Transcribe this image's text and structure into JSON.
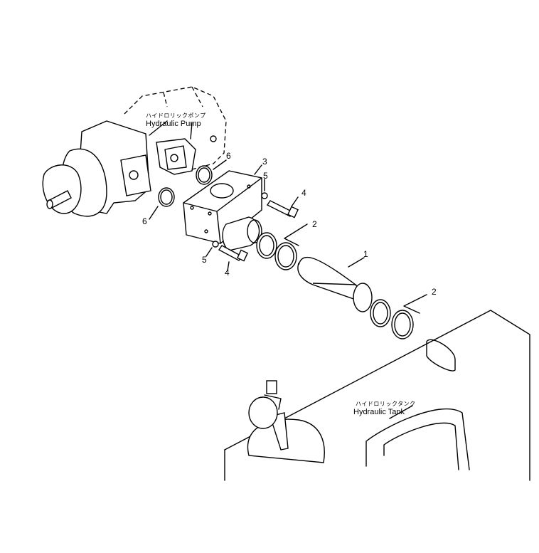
{
  "labels": {
    "pump_jp": "ハイドロリックポンプ",
    "pump_en": "Hydraulic Pump",
    "tank_jp": "ハイドロリックタンク",
    "tank_en": "Hydraulic Tank"
  },
  "callouts": [
    "1",
    "2",
    "2",
    "3",
    "4",
    "4",
    "5",
    "5",
    "6",
    "6"
  ]
}
